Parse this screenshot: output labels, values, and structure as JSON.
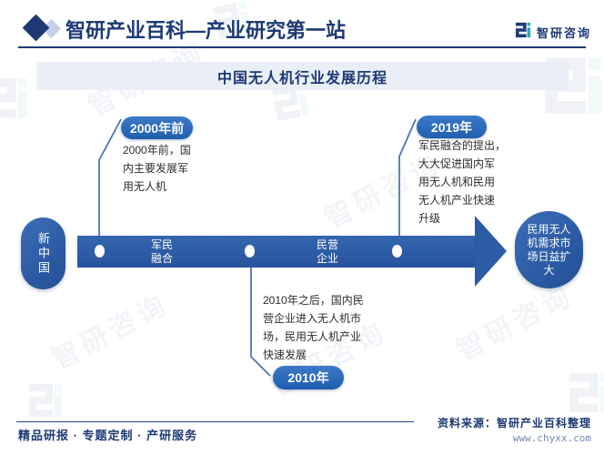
{
  "header": {
    "site_title": "智研产业百科—产业研究第一站",
    "brand": "智研咨询"
  },
  "title": "中国无人机行业发展历程",
  "timeline": {
    "origin": "新中国",
    "terminus": "民用无人\n机需求市\n场日益扩\n大",
    "segments": [
      "军民\n融合",
      "民营\n企业"
    ],
    "milestones": [
      {
        "year": "2000年前",
        "desc": "2000年前，国\n内主要发展军\n用无人机"
      },
      {
        "year": "2010年",
        "desc": "2010年之后，国内民\n营企业进入无人机市\n场，民用无人机产业\n快速发展"
      },
      {
        "year": "2019年",
        "desc": "军民融合的提出，\n大大促进国内军\n用无人机和民用\n无人机产业快速\n升级"
      }
    ]
  },
  "footer": {
    "tagline": "精品研报 · 专题定制 · 产研服务",
    "source": "资料来源：智研产业百科整理",
    "website": "www.chyxx.com"
  },
  "watermark": "智研咨询",
  "colors": {
    "navy": "#1d3a74",
    "bar_blue": "#2d5ca7",
    "pill_blue": "#1e5fae",
    "title_bg": "#e9eef7",
    "teal": "#2aa7b5"
  }
}
